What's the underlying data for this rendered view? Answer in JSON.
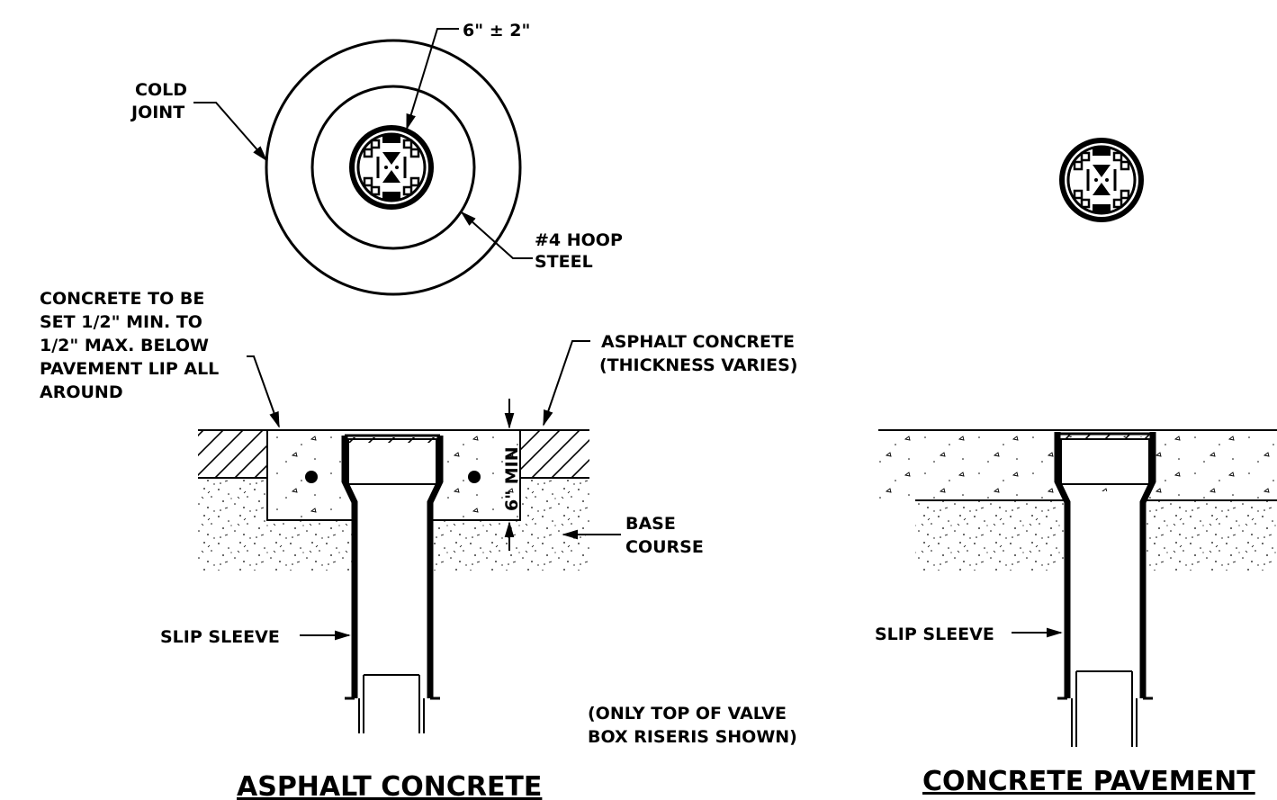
{
  "labels": {
    "dim_top": "6\" ± 2\"",
    "cold_joint_1": "COLD",
    "cold_joint_2": "JOINT",
    "hoop_1": "#4 HOOP",
    "hoop_2": "STEEL",
    "conc_note_1": "CONCRETE TO BE",
    "conc_note_2": "SET 1/2\" MIN. TO",
    "conc_note_3": "1/2\" MAX. BELOW",
    "conc_note_4": "PAVEMENT LIP ALL",
    "conc_note_5": "AROUND",
    "asphalt_1": "ASPHALT CONCRETE",
    "asphalt_2": "(THICKNESS VARIES)",
    "six_min": "6\" MIN",
    "base_1": "BASE",
    "base_2": "COURSE",
    "slip_left": "SLIP SLEEVE",
    "slip_right": "SLIP SLEEVE",
    "only_top_1": "(ONLY TOP OF VALVE",
    "only_top_2": "BOX RISERIS SHOWN)",
    "title_left": "ASPHALT CONCRETE",
    "title_right": "CONCRETE PAVEMENT"
  }
}
